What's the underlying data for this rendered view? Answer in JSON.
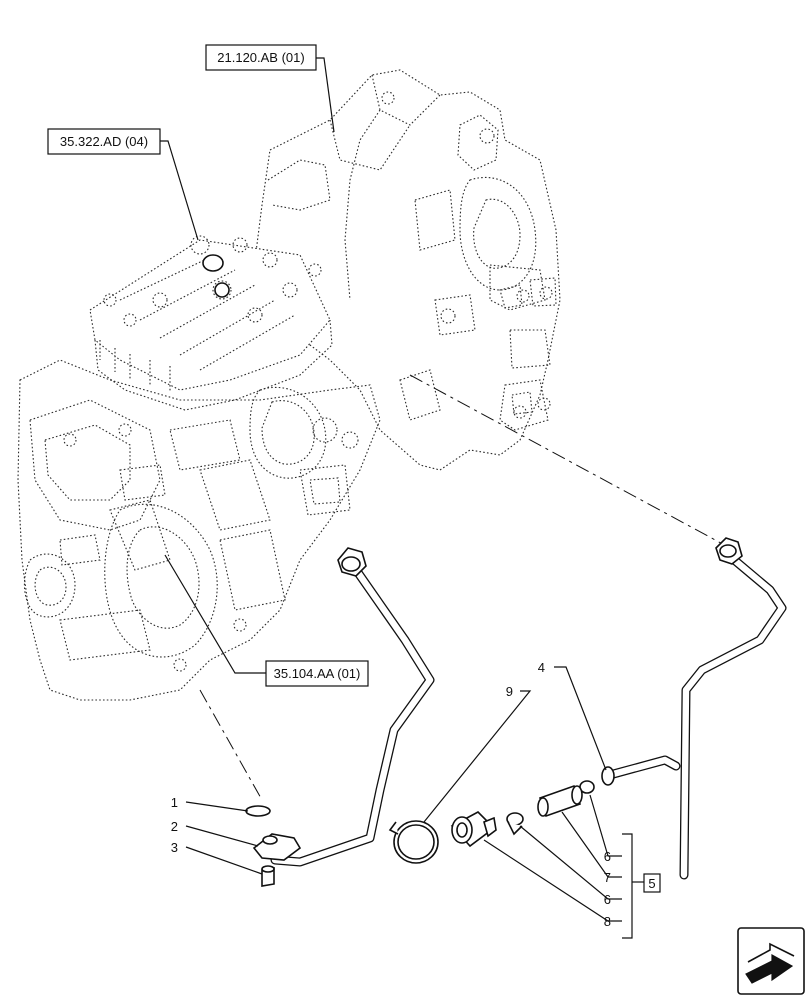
{
  "references": {
    "top": "21.120.AB (01)",
    "valve": "35.322.AD (04)",
    "housing": "35.104.AA (01)"
  },
  "callouts": {
    "c1": "1",
    "c2": "2",
    "c3": "3",
    "c4": "4",
    "c5": "5",
    "c6a": "6",
    "c6b": "6",
    "c7": "7",
    "c8": "8",
    "c9": "9"
  },
  "icons": {
    "corner": "navigation-arrow-icon"
  }
}
